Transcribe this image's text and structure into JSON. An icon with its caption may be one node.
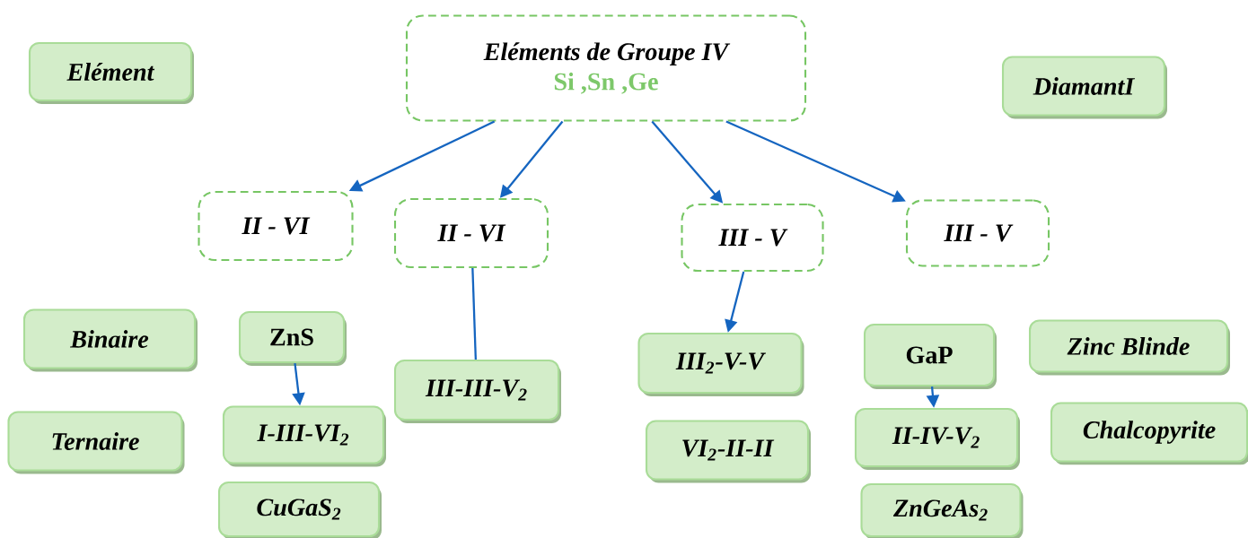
{
  "diagram": {
    "nodes": [
      {
        "text": [
          "Elément"
        ]
      },
      {
        "text": [
          "Eléments de Groupe IV",
          "Si ,Sn ,Ge"
        ]
      },
      {
        "text": [
          "DiamantI"
        ]
      },
      {
        "text": [
          "II - VI"
        ]
      },
      {
        "text": [
          "II - VI"
        ]
      },
      {
        "text": [
          "III - V"
        ]
      },
      {
        "text": [
          "III - V"
        ]
      },
      {
        "text": [
          "Binaire"
        ]
      },
      {
        "text": [
          "ZnS"
        ]
      },
      {
        "text": [
          "III-III-V$_{2}$"
        ]
      },
      {
        "text": [
          "III$_{2}$-V-V"
        ]
      },
      {
        "text": [
          "GaP"
        ]
      },
      {
        "text": [
          "Zinc Blinde"
        ]
      },
      {
        "text": [
          "Ternaire"
        ]
      },
      {
        "text": [
          "I-III-VI$_{2}$"
        ]
      },
      {
        "text": [
          "II-IV-V$_{2}$"
        ]
      },
      {
        "text": [
          "Chalcopyrite"
        ]
      },
      {
        "text": [
          "VI$_{2}$-II-II"
        ]
      },
      {
        "text": [
          "CuGaS$_{2}$"
        ]
      },
      {
        "text": [
          "ZnGeAs$_{2}$"
        ]
      }
    ],
    "edges": [
      {
        "from": 1,
        "to": 3,
        "arrow": "to"
      },
      {
        "from": 1,
        "to": 4,
        "arrow": "to"
      },
      {
        "from": 1,
        "to": 5,
        "arrow": "to"
      },
      {
        "from": 1,
        "to": 6,
        "arrow": "to"
      },
      {
        "from": 4,
        "to": 9,
        "arrow": "none"
      },
      {
        "from": 5,
        "to": 10,
        "arrow": "to"
      },
      {
        "from": 8,
        "to": 14,
        "arrow": "to"
      },
      {
        "from": 11,
        "to": 15,
        "arrow": "to"
      }
    ]
  }
}
